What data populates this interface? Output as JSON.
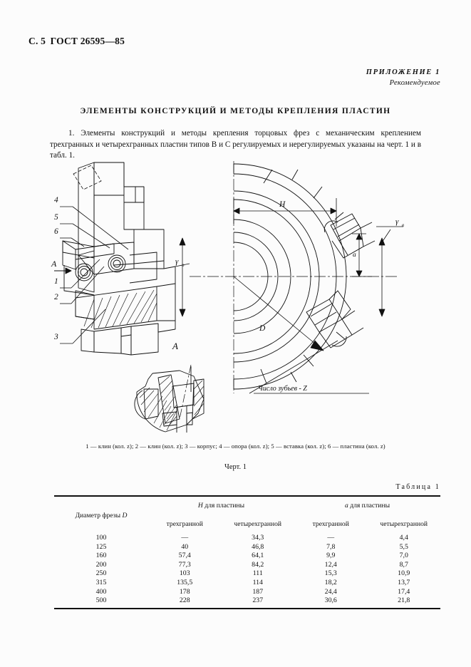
{
  "header": {
    "page_marker": "С. 5",
    "standard": "ГОСТ 26595—85",
    "appendix_title": "ПРИЛОЖЕНИЕ 1",
    "appendix_subtitle": "Рекомендуемое"
  },
  "document": {
    "title": "ЭЛЕМЕНТЫ КОНСТРУКЦИЙ И МЕТОДЫ КРЕПЛЕНИЯ ПЛАСТИН",
    "paragraph_number": "1.",
    "paragraph_text": "Элементы конструкций и методы крепления торцовых фрез с механическим креплением трехгранных и четырехгранных пластин типов В и С регулируемых и нерегулируемых указаны на черт. 1 и в табл. 1."
  },
  "figure": {
    "callouts": [
      "4",
      "5",
      "6",
      "1",
      "2",
      "3"
    ],
    "section_mark": "A",
    "section_view_label": "A",
    "dimension_h": "H",
    "dimension_d": "D",
    "dimension_a": "a",
    "angle_gamma": "γ",
    "angle_gamma_sub": "в",
    "angle_gamma_o": "γ",
    "angle_gamma_o_sub": "о",
    "teeth_note": "Число зубьев - Z",
    "legend": "1 — клин (кол. z); 2 — клин (кол. z); 3 — корпус; 4 — опора (кол. z); 5 — вставка (кол. z); 6 — пластина (кол. z)",
    "caption": "Черт. 1"
  },
  "table": {
    "label": "Таблица 1",
    "col_diameter": "Диаметр фрезы",
    "col_diameter_sym": "D",
    "group_h_sym": "H",
    "group_h_text": "для пластины",
    "group_a_sym": "a",
    "group_a_text": "для пластины",
    "sub_three": "трехгранной",
    "sub_four": "четырехгранной",
    "rows": [
      {
        "d": "100",
        "h3": "—",
        "h4": "34,3",
        "a3": "—",
        "a4": "4,4"
      },
      {
        "d": "125",
        "h3": "40",
        "h4": "46,8",
        "a3": "7,8",
        "a4": "5,5"
      },
      {
        "d": "160",
        "h3": "57,4",
        "h4": "64,1",
        "a3": "9,9",
        "a4": "7,0"
      },
      {
        "d": "200",
        "h3": "77,3",
        "h4": "84,2",
        "a3": "12,4",
        "a4": "8,7"
      },
      {
        "d": "250",
        "h3": "103",
        "h4": "111",
        "a3": "15,3",
        "a4": "10,9"
      },
      {
        "d": "315",
        "h3": "135,5",
        "h4": "114",
        "a3": "18,2",
        "a4": "13,7"
      },
      {
        "d": "400",
        "h3": "178",
        "h4": "187",
        "a3": "24,4",
        "a4": "17,4"
      },
      {
        "d": "500",
        "h3": "228",
        "h4": "237",
        "a3": "30,6",
        "a4": "21,8"
      }
    ]
  }
}
